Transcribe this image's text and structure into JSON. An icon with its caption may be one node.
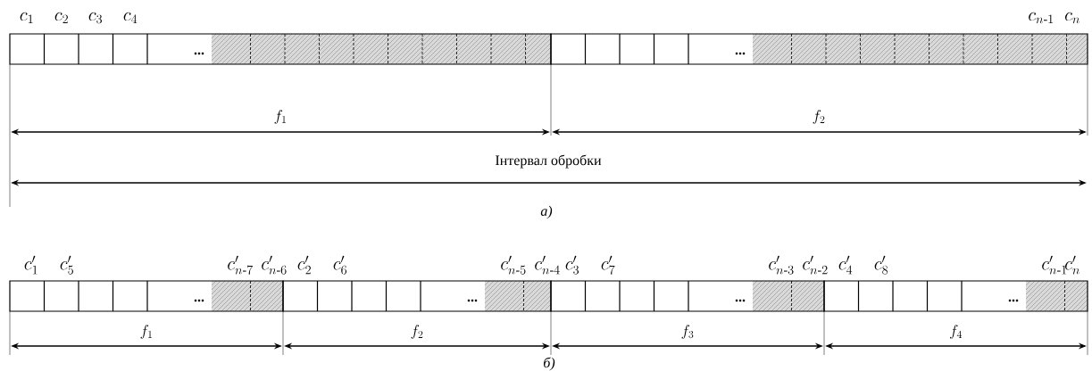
{
  "diagram": {
    "labels": [
      "c_{1}",
      "c_{2}",
      "c_{3}",
      "c_{4}",
      "c_{n\\text{-}1}",
      "c_{n}",
      "...",
      "...",
      "f_{1}",
      "f_{2}",
      "Інтервал обробки",
      "а)",
      "c'_{1}",
      "c'_{5}",
      "c'_{n\\text{-}7}",
      "c'_{n\\text{-}6}",
      "c'_{2}",
      "c'_{6}",
      "c'_{n\\text{-}5}",
      "c'_{n\\text{-}4}",
      "c'_{3}",
      "c'_{7}",
      "c'_{n\\text{-}3}",
      "c'_{n\\text{-}2}",
      "c'_{4}",
      "c'_{8}",
      "c'_{n\\text{-}1}",
      "c'_{n}",
      "...",
      "...",
      "...",
      "...",
      "f_{1}",
      "f_{2}",
      "f_{3}",
      "f_{4}",
      "б)"
    ]
  }
}
